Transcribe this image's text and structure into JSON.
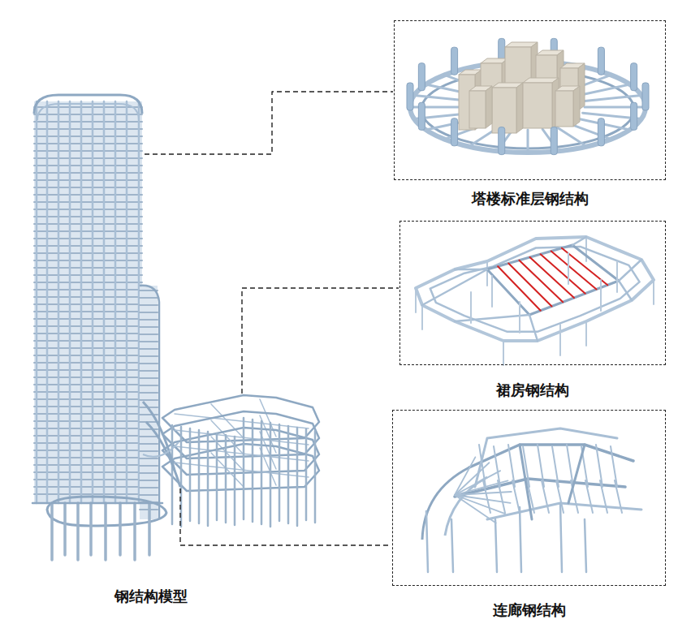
{
  "diagram": {
    "nodes": [
      {
        "text": [
          "塔楼标准层钢结构"
        ]
      },
      {
        "text": [
          "裙房钢结构"
        ]
      },
      {
        "text": [
          "连廊钢结构"
        ]
      }
    ],
    "labels": [
      "钢结构模型"
    ]
  }
}
